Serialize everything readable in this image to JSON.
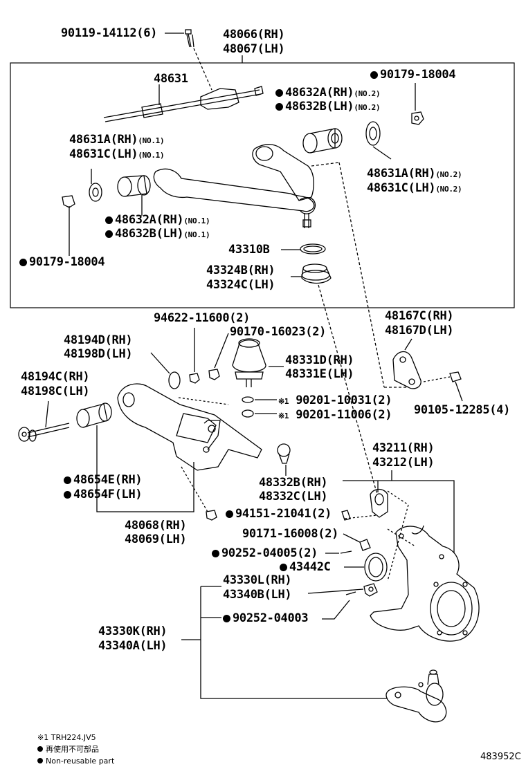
{
  "labels": {
    "bolt_top": "90119-14112(6)",
    "upper_arm_rh": "48066(RH)",
    "upper_arm_lh": "48067(LH)",
    "shaft": "48631",
    "nut_top_right": "90179-18004",
    "bush_no2_a": "48632A(RH)",
    "bush_no2_b": "48632B(LH)",
    "bush_no2_tag": "(NO.2)",
    "washer_no1_a": "48631A(RH)",
    "washer_no1_c": "48631C(LH)",
    "washer_no1_tag": "(NO.1)",
    "washer_no2_a": "48631A(RH)",
    "washer_no2_c": "48631C(LH)",
    "washer_no2_tag": "(NO.2)",
    "bush_no1_a": "48632A(RH)",
    "bush_no1_b": "48632B(LH)",
    "bush_no1_tag": "(NO.1)",
    "nut_left": "90179-18004",
    "ring": "43310B",
    "boot_rh": "43324B(RH)",
    "boot_lh": "43324C(LH)",
    "nut_small": "94622-11600(2)",
    "nut_stopper": "90170-16023(2)",
    "washer_lower_d_rh": "48194D(RH)",
    "washer_lower_d_lh": "48198D(LH)",
    "bolt_lower_c_rh": "48194C(RH)",
    "bolt_lower_c_lh": "48198C(LH)",
    "stopper_rh": "48331D(RH)",
    "stopper_lh": "48331E(LH)",
    "bracket_rh": "48167C(RH)",
    "bracket_lh": "48167D(LH)",
    "bolt_bracket": "90105-12285(4)",
    "ref_mark": "※1",
    "washer_a": "90201-10031(2)",
    "washer_b": "90201-11006(2)",
    "knuckle_rh": "43211(RH)",
    "knuckle_lh": "43212(LH)",
    "bump_rh": "48332B(RH)",
    "bump_lh": "48332C(LH)",
    "bush_lower_rh": "48654E(RH)",
    "bush_lower_lh": "48654F(LH)",
    "nut_lower": "94151-21041(2)",
    "lower_arm_rh": "48068(RH)",
    "lower_arm_lh": "48069(LH)",
    "bolt_knuckle": "90171-16008(2)",
    "pin_a": "90252-04005(2)",
    "seal": "43442C",
    "ball_l_rh": "43330L(RH)",
    "ball_l_lh": "43340B(LH)",
    "pin_b": "90252-04003",
    "ball_k_rh": "43330K(RH)",
    "ball_k_lh": "43340A(LH)"
  },
  "notes": {
    "ref_note_mark": "※1",
    "ref_note_text": "TRH224.JV5",
    "nonreuse_cn": "再使用不可部品",
    "nonreuse_en": "Non-reusable part"
  },
  "diagram_code": "483952C"
}
